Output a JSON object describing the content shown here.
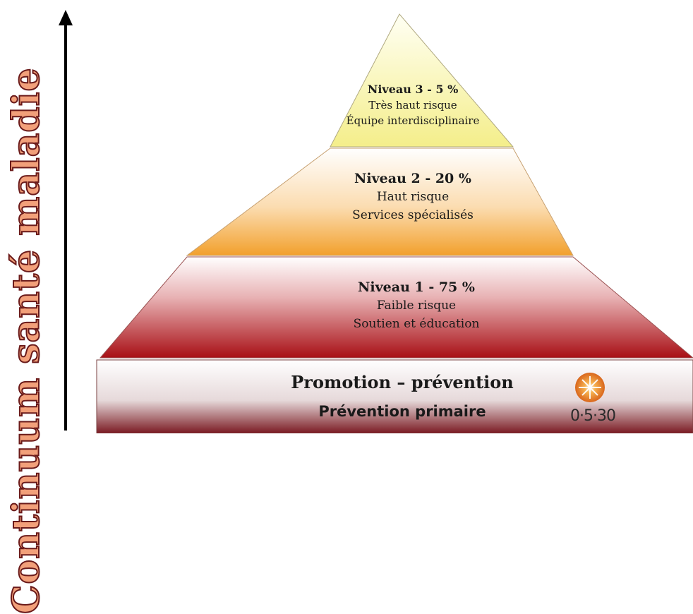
{
  "axis_label": "Continuum santé maladie",
  "tiers": [
    {
      "title": "Niveau 3 - 5 %",
      "lines": [
        "Très haut risque",
        "Équipe interdisciplinaire"
      ],
      "color": "#f7f5a8"
    },
    {
      "title": "Niveau 2 - 20 %",
      "lines": [
        "Haut risque",
        "Services spécialisés"
      ],
      "color": "#f5b14e"
    },
    {
      "title": "Niveau 1 - 75 %",
      "lines": [
        "Faible risque",
        "Soutien et éducation"
      ],
      "color": "#b7151b"
    }
  ],
  "base": {
    "title": "Promotion – prévention",
    "subtitle": "Prévention primaire",
    "color": "#7a1a22"
  },
  "logo": {
    "text": "0·5·30",
    "icon": "sun-burst-icon",
    "color": "#e7841f"
  }
}
